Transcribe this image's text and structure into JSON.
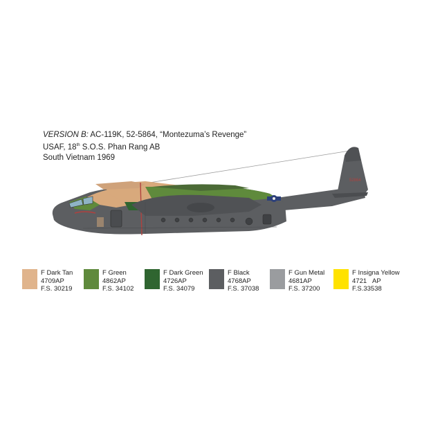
{
  "caption": {
    "version_prefix": "VERSION B:",
    "version_rest": " AC-119K, 52-5864, “Montezuma’s Revenge”",
    "unit_prefix": "USAF, 18",
    "unit_sup": "th",
    "unit_rest": " S.O.S. Phan Rang AB",
    "location": "South Vietnam 1969"
  },
  "aircraft": {
    "icon": "ac-119k-gunship-side-profile",
    "camouflage_colors": {
      "tan": "#D8A97C",
      "green": "#5F8A3C",
      "black": "#5C5E61",
      "insignia": "#2B3F7A",
      "code_red": "#B0413E"
    }
  },
  "legend": [
    {
      "color": "#E0B48C",
      "name": "F Dark Tan",
      "code": "4709AP",
      "fs": "F.S. 30219"
    },
    {
      "color": "#5F8A3C",
      "name": "F Green",
      "code": "4862AP",
      "fs": "F.S. 34102"
    },
    {
      "color": "#2F6530",
      "name": "F Dark Green",
      "code": "4726AP",
      "fs": "F.S. 34079"
    },
    {
      "color": "#5C5E61",
      "name": "F Black",
      "code": "4768AP",
      "fs": "F.S. 37038"
    },
    {
      "color": "#9A9C9F",
      "name": "F Gun Metal",
      "code": "4681AP",
      "fs": "F.S. 37200"
    },
    {
      "color": "#FFE200",
      "name": "F Insigna Yellow",
      "code": "4721   AP",
      "fs": "F.S.33538"
    }
  ]
}
